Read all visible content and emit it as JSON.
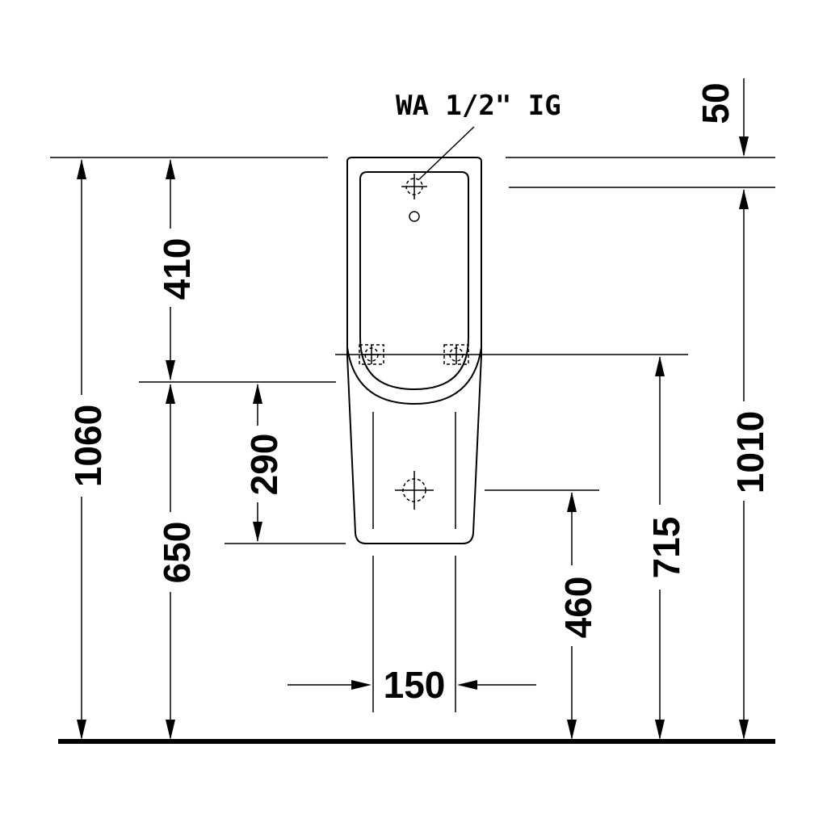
{
  "annotation": "WA  1/2\" IG",
  "dimensions": {
    "overall_height": "1060",
    "top_to_fixing": "410",
    "fixing_to_floor": "650",
    "fixing_to_bottom": "290",
    "outlet_height": "460",
    "side_fixing_height": "715",
    "inlet_height": "1010",
    "top_offset": "50",
    "outlet_width": "150"
  }
}
